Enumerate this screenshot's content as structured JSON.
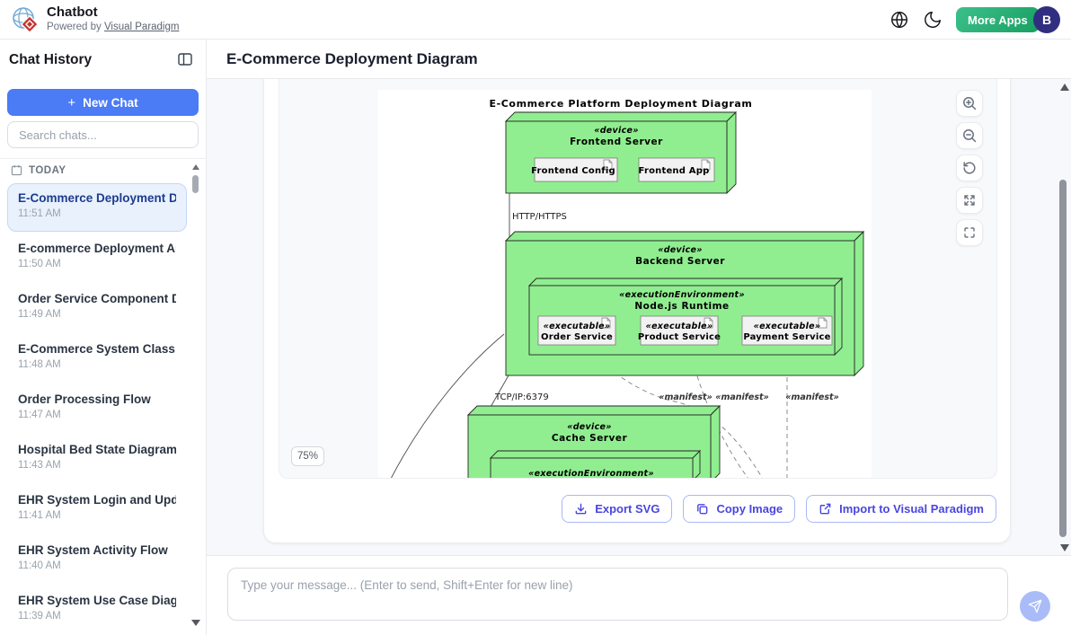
{
  "header": {
    "app_title": "Chatbot",
    "powered_by_prefix": "Powered by",
    "powered_by_link": "Visual Paradigm",
    "more_apps_label": "More Apps",
    "avatar_initial": "B"
  },
  "sidebar": {
    "title": "Chat History",
    "new_chat_plus": "+",
    "new_chat_label": "New Chat",
    "search_placeholder": "Search chats...",
    "section_label": "TODAY",
    "items": [
      {
        "title": "E-Commerce Deployment Di...",
        "time": "11:51 AM",
        "active": true
      },
      {
        "title": "E-commerce Deployment Ar...",
        "time": "11:50 AM",
        "active": false
      },
      {
        "title": "Order Service Component Di...",
        "time": "11:49 AM",
        "active": false
      },
      {
        "title": "E-Commerce System Class Di...",
        "time": "11:48 AM",
        "active": false
      },
      {
        "title": "Order Processing Flow",
        "time": "11:47 AM",
        "active": false
      },
      {
        "title": "Hospital Bed State Diagram",
        "time": "11:43 AM",
        "active": false
      },
      {
        "title": "EHR System Login and Upda...",
        "time": "11:41 AM",
        "active": false
      },
      {
        "title": "EHR System Activity Flow",
        "time": "11:40 AM",
        "active": false
      },
      {
        "title": "EHR System Use Case Diagram",
        "time": "11:39 AM",
        "active": false
      }
    ]
  },
  "main": {
    "title": "E-Commerce Deployment Diagram",
    "zoom_level": "75%",
    "actions": {
      "export_svg": "Export SVG",
      "copy_image": "Copy Image",
      "import_vp": "Import to Visual Paradigm"
    }
  },
  "composer": {
    "placeholder": "Type your message... (Enter to send, Shift+Enter for new line)"
  },
  "diagram": {
    "title": "E-Commerce Platform Deployment Diagram",
    "frontend_server": {
      "stereotype": "«device»",
      "name": "Frontend Server",
      "artifacts": [
        "Frontend Config",
        "Frontend App"
      ]
    },
    "backend_server": {
      "stereotype": "«device»",
      "name": "Backend Server",
      "runtime": {
        "stereotype": "«executionEnvironment»",
        "name": "Node.js Runtime"
      },
      "executables": [
        {
          "stereotype": "«executable»",
          "name": "Order Service"
        },
        {
          "stereotype": "«executable»",
          "name": "Product Service"
        },
        {
          "stereotype": "«executable»",
          "name": "Payment Service"
        }
      ]
    },
    "cache_server": {
      "stereotype": "«device»",
      "name": "Cache Server",
      "runtime": {
        "stereotype": "«executionEnvironment»"
      }
    },
    "edges": {
      "http": "HTTP/HTTPS",
      "tcp": "TCP/IP:6379",
      "manifest": "«manifest»"
    }
  },
  "colors": {
    "accent_blue": "#4b7bf5",
    "node_green": "#90EE90",
    "action_indigo": "#4946e0",
    "more_apps_green": "#2bb079",
    "avatar_bg": "#312e81",
    "active_item_bg": "#e9f1fd",
    "send_button": "#a9bcf8"
  }
}
